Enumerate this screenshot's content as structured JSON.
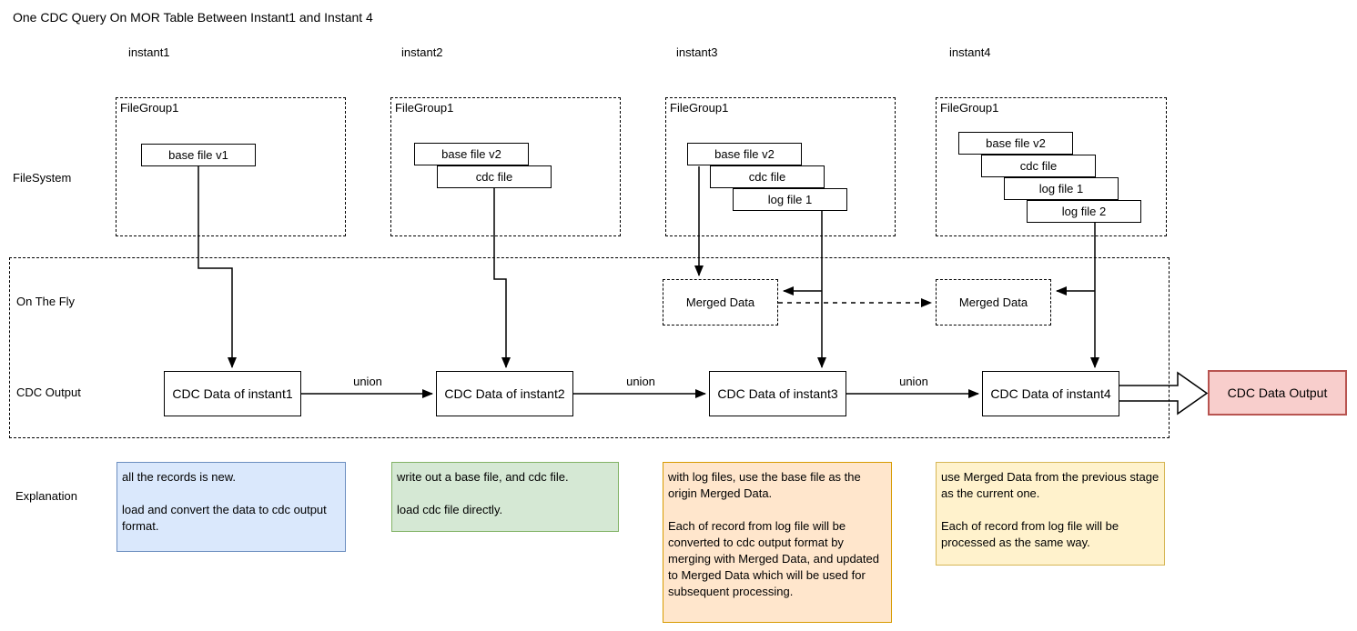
{
  "title": "One CDC Query On MOR Table Between Instant1 and Instant 4",
  "row_labels": {
    "filesystem": "FileSystem",
    "on_the_fly": "On The Fly",
    "cdc_output": "CDC Output",
    "explanation": "Explanation"
  },
  "columns": [
    {
      "instant": "instant1",
      "filegroup": "FileGroup1",
      "files": [
        "base file v1"
      ],
      "cdc_box": "CDC Data of instant1",
      "explanation": "all the records is new.\n\nload and convert the data to cdc output format."
    },
    {
      "instant": "instant2",
      "filegroup": "FileGroup1",
      "files": [
        "base file v2",
        "cdc file"
      ],
      "cdc_box": "CDC Data of instant2",
      "explanation": "write out a base file, and cdc file.\n\nload cdc file directly."
    },
    {
      "instant": "instant3",
      "filegroup": "FileGroup1",
      "files": [
        "base file v2",
        "cdc file",
        "log file 1"
      ],
      "merged": "Merged Data",
      "cdc_box": "CDC Data of instant3",
      "explanation": "with log files, use the base file as the origin Merged Data.\n\nEach of record from log file will be converted to cdc output format by merging with Merged Data, and updated to Merged Data which will be used for subsequent processing."
    },
    {
      "instant": "instant4",
      "filegroup": "FileGroup1",
      "files": [
        "base file v2",
        "cdc file",
        "log file 1",
        "log file 2"
      ],
      "merged": "Merged Data",
      "cdc_box": "CDC Data of instant4",
      "explanation": "use Merged Data from the previous stage as the current one.\n\nEach of record from log file will be processed as the same way."
    }
  ],
  "unions": [
    "union",
    "union",
    "union"
  ],
  "output_box": {
    "label": "CDC Data Output"
  },
  "colors": {
    "diagram_stroke": "#000000",
    "blue_fill": "#dae8fc",
    "blue_stroke": "#6c8ebf",
    "green_fill": "#d5e8d4",
    "green_stroke": "#82b366",
    "orange_fill": "#ffe6cc",
    "orange_stroke": "#d79b00",
    "yellow_fill": "#fff2cc",
    "yellow_stroke": "#d6b656",
    "red_fill": "#f8cecc",
    "red_stroke": "#b85450"
  }
}
